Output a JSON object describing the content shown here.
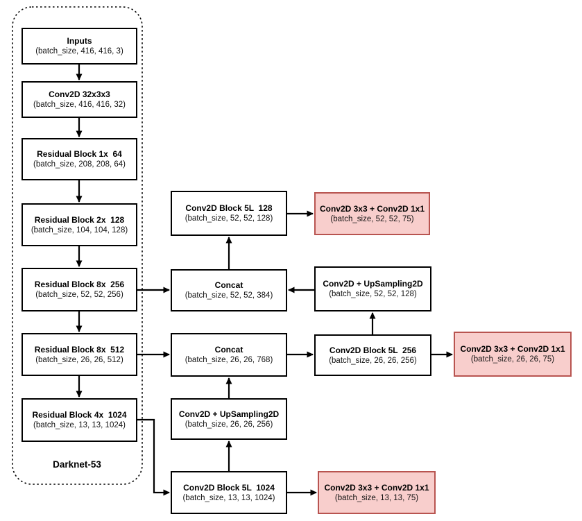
{
  "diagram": {
    "group_label": "Darknet-53",
    "colors": {
      "node_fill": "#ffffff",
      "node_border": "#000000",
      "head_fill": "#f8cecc",
      "head_border": "#b85450",
      "arrow": "#000000"
    }
  },
  "nodes": {
    "inputs": {
      "title": "Inputs",
      "shape": "(batch_size, 416, 416, 3)"
    },
    "conv32": {
      "title": "Conv2D 32x3x3",
      "shape": "(batch_size, 416, 416, 32)"
    },
    "res1_64": {
      "title": "Residual Block 1x  64",
      "shape": "(batch_size, 208, 208, 64)"
    },
    "res2_128": {
      "title": "Residual Block 2x  128",
      "shape": "(batch_size, 104, 104, 128)"
    },
    "res8_256": {
      "title": "Residual Block 8x  256",
      "shape": "(batch_size, 52, 52, 256)"
    },
    "res8_512": {
      "title": "Residual Block 8x  512",
      "shape": "(batch_size, 26, 26, 512)"
    },
    "res4_1024": {
      "title": "Residual Block 4x  1024",
      "shape": "(batch_size, 13, 13, 1024)"
    },
    "block5l_128": {
      "title": "Conv2D Block 5L  128",
      "shape": "(batch_size, 52, 52, 128)"
    },
    "concat_52": {
      "title": "Concat",
      "shape": "(batch_size, 52, 52, 384)"
    },
    "upsample_52": {
      "title": "Conv2D + UpSampling2D",
      "shape": "(batch_size, 52, 52, 128)"
    },
    "head_52": {
      "title": "Conv2D 3x3 + Conv2D 1x1",
      "shape": "(batch_size, 52, 52, 75)"
    },
    "concat_26": {
      "title": "Concat",
      "shape": "(batch_size, 26, 26, 768)"
    },
    "block5l_256": {
      "title": "Conv2D Block 5L  256",
      "shape": "(batch_size, 26, 26, 256)"
    },
    "head_26": {
      "title": "Conv2D 3x3 + Conv2D 1x1",
      "shape": "(batch_size, 26, 26, 75)"
    },
    "upsample_26": {
      "title": "Conv2D + UpSampling2D",
      "shape": "(batch_size, 26, 26, 256)"
    },
    "block5l_1024": {
      "title": "Conv2D Block 5L  1024",
      "shape": "(batch_size, 13, 13, 1024)"
    },
    "head_13": {
      "title": "Conv2D 3x3 + Conv2D 1x1",
      "shape": "(batch_size, 13, 13, 75)"
    }
  },
  "edges": [
    {
      "from": "inputs",
      "to": "conv32"
    },
    {
      "from": "conv32",
      "to": "res1_64"
    },
    {
      "from": "res1_64",
      "to": "res2_128"
    },
    {
      "from": "res2_128",
      "to": "res8_256"
    },
    {
      "from": "res8_256",
      "to": "res8_512"
    },
    {
      "from": "res8_512",
      "to": "res4_1024"
    },
    {
      "from": "res8_256",
      "to": "concat_52"
    },
    {
      "from": "res8_512",
      "to": "concat_26"
    },
    {
      "from": "res4_1024",
      "to": "block5l_1024"
    },
    {
      "from": "concat_52",
      "to": "block5l_128"
    },
    {
      "from": "block5l_128",
      "to": "head_52"
    },
    {
      "from": "upsample_52",
      "to": "concat_52"
    },
    {
      "from": "block5l_256",
      "to": "upsample_52"
    },
    {
      "from": "concat_26",
      "to": "block5l_256"
    },
    {
      "from": "block5l_256",
      "to": "head_26"
    },
    {
      "from": "upsample_26",
      "to": "concat_26"
    },
    {
      "from": "block5l_1024",
      "to": "upsample_26"
    },
    {
      "from": "block5l_1024",
      "to": "head_13"
    }
  ]
}
